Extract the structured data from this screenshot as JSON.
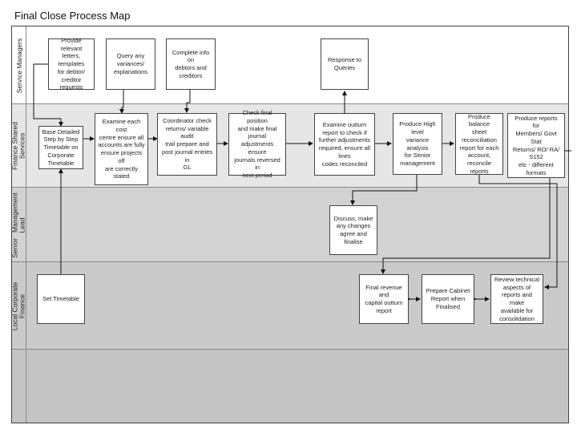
{
  "title": "Final Close Process Map",
  "lanes": {
    "service": "Service   Managers",
    "finance": "Finance Shared\nServices",
    "senior": "Senior   Management\nLead",
    "local": "Local Corporate\nFinance"
  },
  "boxes": {
    "b1": "Provide relevant\nletters, templates\nfor debtor/\ncreditor requests",
    "b2": "Query any\nvariances/\nexplanations",
    "b3": "Complete info on\ndebtors and\ncreditors",
    "b4": "Response to\nQueries",
    "b5": "Base Detailed\nStep by Step\nTimetable on\nCorporate\nTimetable",
    "b6": "Examine each cost\ncentre ensure all\naccounts are fully\nensure projects off\nare correctly stated",
    "b7": "Coordinator check\nreturns/ variable audit\ntrail prepare and\npost journal entries in\nGL",
    "b8": "Check final position\nand make final journal\nadjustments ensure\njournals reversed in\nnext period",
    "b9": "Examine outturn\nreport to check if\nfurther adjustments\nrequired, ensure all lines\ncodes reconciled",
    "b10": "Produce High level\nvariance analysis\nfor Senior\nmanagement",
    "b11": "Produce balance\nsheet\nreconciliation\nreport for each\naccount, reconcile\nreports",
    "b12": "Produce reports for\nMembers/ Govt Stat\nReturns/ RO/ RA/ S152\netc - different formats",
    "b13": "Discuss, make\nany changes\nagree and finalise",
    "b14": "Set Timetable",
    "b15": "Final revenue and\ncapital outturn\nreport",
    "b16": "Prepare Cabinet\nReport when\nFinalised",
    "b17": "Review technical\naspects of\nreports and make\navailable for\nconsolidation"
  }
}
